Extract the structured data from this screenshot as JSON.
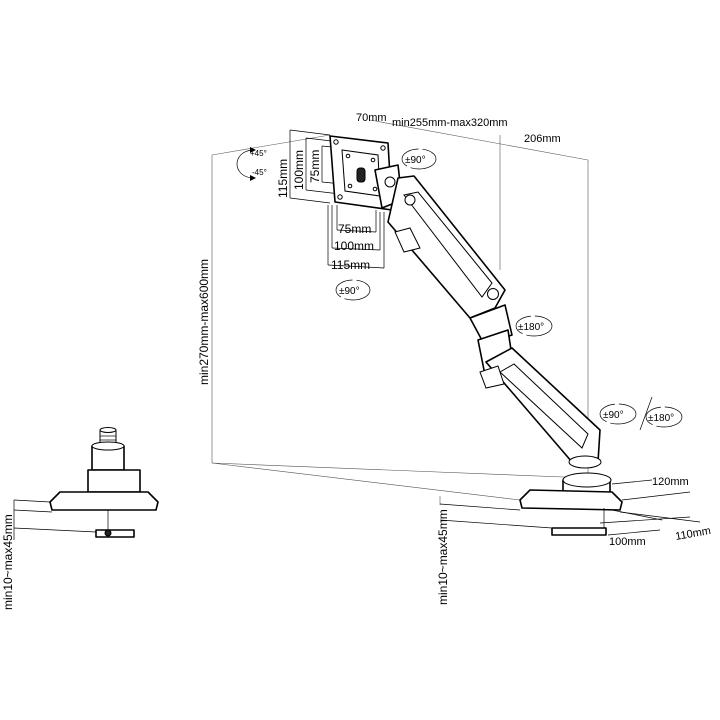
{
  "dimensions": {
    "arm_offset": "70mm",
    "arm_reach": "min255mm-max320mm",
    "depth_back": "206mm",
    "vesa_h_115": "115mm",
    "vesa_h_100": "100mm",
    "vesa_h_75": "75mm",
    "vesa_w_75": "75mm",
    "vesa_w_100": "100mm",
    "vesa_w_115": "115mm",
    "pole_height": "min270mm-max600mm",
    "desk_thickness_left": "min10~max45mm",
    "desk_thickness_center": "min10~max45mm",
    "base_width": "120mm",
    "clamp_depth_100": "100mm",
    "clamp_depth_110": "110mm"
  },
  "rotations": {
    "tilt_plus": "+45°",
    "tilt_minus": "-45°",
    "swivel_head": "±90°",
    "rotate_plate": "±90°",
    "elbow": "±180°",
    "base_swivel_90": "±90°",
    "base_swivel_180": "±180°"
  }
}
